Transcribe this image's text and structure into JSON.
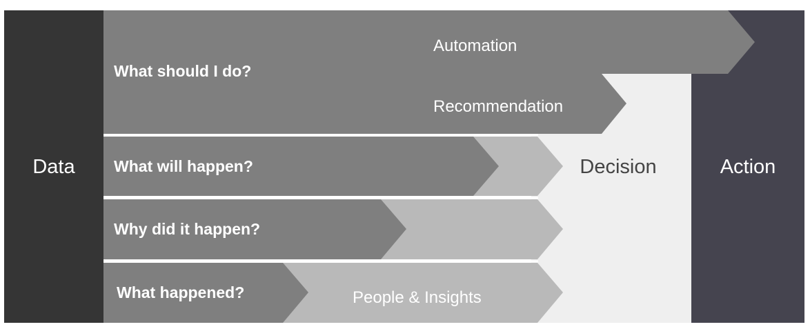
{
  "columns": {
    "data_label": "Data",
    "decision_label": "Decision",
    "action_label": "Action"
  },
  "questions": {
    "what_should_i_do": "What should I do?",
    "what_will_happen": "What will happen?",
    "why_did_it_happen": "Why did it happen?",
    "what_happened": "What happened?"
  },
  "arrows": {
    "automation": "Automation",
    "recommendation": "Recommendation",
    "people_insights": "People & Insights"
  },
  "colors": {
    "data_column": "#353535",
    "action_column": "#45444f",
    "decision_area": "#efefef",
    "dark_band": "#7f7f7f",
    "light_band": "#b9b9b9",
    "divider": "#ffffff",
    "decision_text": "#444444"
  }
}
